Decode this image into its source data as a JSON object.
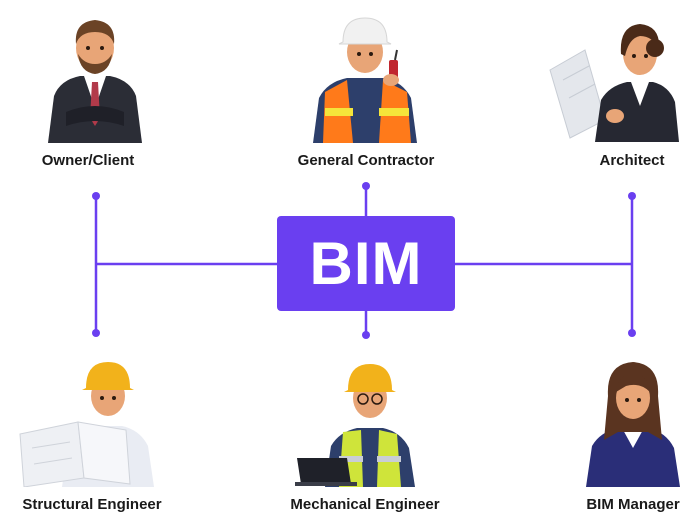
{
  "diagram": {
    "hub_label": "BIM",
    "roles": [
      {
        "label": "Owner/Client"
      },
      {
        "label": "General Contractor"
      },
      {
        "label": "Architect"
      },
      {
        "label": "Structural Engineer"
      },
      {
        "label": "Mechanical Engineer"
      },
      {
        "label": "BIM Manager"
      }
    ]
  },
  "colors": {
    "accent": "#6a3ff0",
    "line": "#6a3ff0",
    "label_text": "#1a1a1a",
    "hard_hat": "#f2b21b",
    "safety_vest": "#ff7a1a"
  },
  "icons": [
    "owner-client-person-icon",
    "general-contractor-person-icon",
    "architect-person-icon",
    "structural-engineer-person-icon",
    "mechanical-engineer-person-icon",
    "bim-manager-person-icon"
  ]
}
